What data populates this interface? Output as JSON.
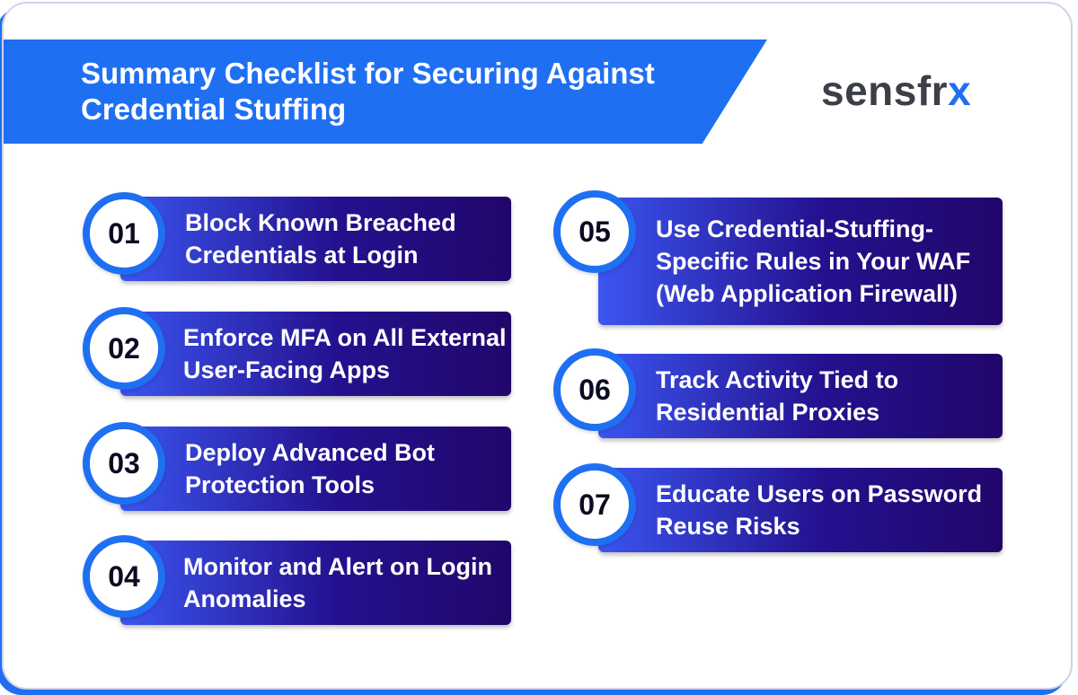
{
  "header": {
    "title": "Summary Checklist for Securing Against Credential Stuffing"
  },
  "logo": {
    "text_main": "sensfr",
    "text_accent": "x"
  },
  "checklist": [
    {
      "number": "01",
      "label": "Block Known Breached Credentials at Login"
    },
    {
      "number": "02",
      "label": "Enforce MFA on All External User-Facing Apps"
    },
    {
      "number": "03",
      "label": "Deploy Advanced Bot Protection Tools"
    },
    {
      "number": "04",
      "label": "Monitor and Alert on Login Anomalies"
    },
    {
      "number": "05",
      "label": "Use Credential-Stuffing-Specific Rules in Your WAF (Web Application Firewall)"
    },
    {
      "number": "06",
      "label": "Track Activity Tied to Residential Proxies"
    },
    {
      "number": "07",
      "label": "Educate Users on Password Reuse Risks"
    }
  ],
  "colors": {
    "accent_blue": "#1f6ff2",
    "bar_dark": "#21066a",
    "bar_light": "#3b55f0",
    "logo_gray": "#3d3f48"
  }
}
